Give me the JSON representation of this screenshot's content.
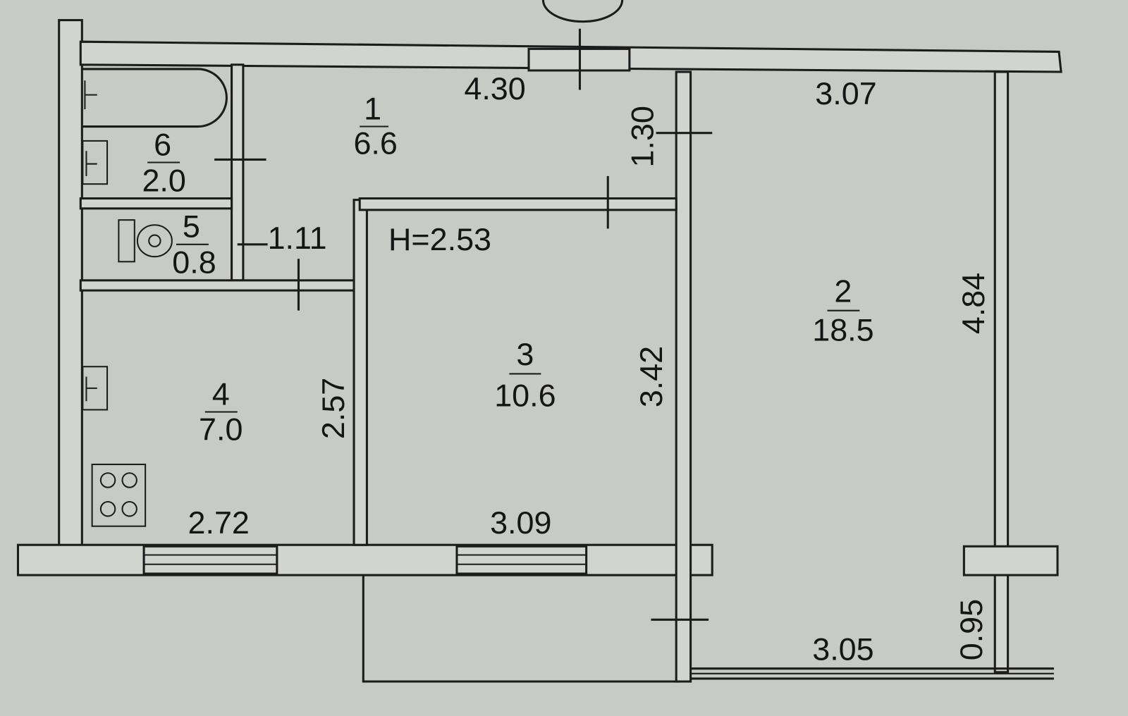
{
  "title": "Apartment floor plan",
  "rooms": [
    {
      "number": "1",
      "area": "6.6"
    },
    {
      "number": "2",
      "area": "18.5"
    },
    {
      "number": "3",
      "area": "10.6"
    },
    {
      "number": "4",
      "area": "7.0"
    },
    {
      "number": "5",
      "area": "0.8"
    },
    {
      "number": "6",
      "area": "2.0"
    }
  ],
  "dimensions": {
    "room1_width": "4.30",
    "room2_width": "3.07",
    "room1_depth": "1.30",
    "corridor": "1.11",
    "ceiling_height": "H=2.53",
    "room2_length": "4.84",
    "room4_length": "2.57",
    "room3_length": "3.42",
    "room4_width": "2.72",
    "room3_width": "3.09",
    "balcony_width": "3.05",
    "balcony_depth": "0.95"
  }
}
